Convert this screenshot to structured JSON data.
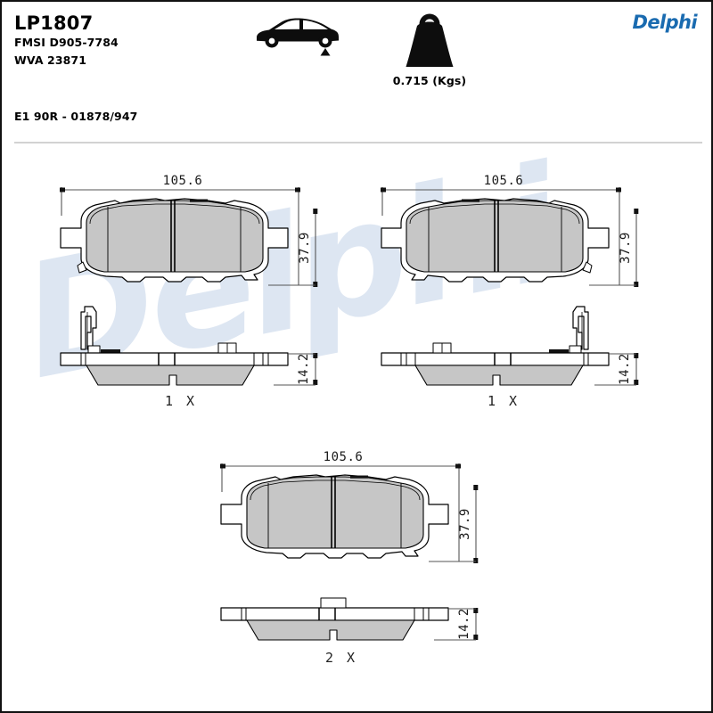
{
  "document": {
    "type": "brake-pad-technical-drawing",
    "brand": "Delphi",
    "brand_color": "#1a6bb0",
    "watermark_text": "Delphi",
    "watermark_color": "#dde6f2"
  },
  "header": {
    "part_number": "LP1807",
    "fmsi": "FMSI D905-7784",
    "wva": "WVA 23871",
    "approval": "E1 90R - 01878/947",
    "weight": "0.715 (Kgs)",
    "car_icon": "car-side-rear-axle-icon",
    "weight_icon": "weight-kettlebell-icon"
  },
  "drawings": [
    {
      "id": "pad-top-left",
      "quantity_label": "1 X",
      "width_dim": "105.6",
      "height_dim": "37.9",
      "thickness_dim": "14.2",
      "wear_sensor": true,
      "wear_sensor_side": "left",
      "mirrored": false
    },
    {
      "id": "pad-top-right",
      "quantity_label": "1 X",
      "width_dim": "105.6",
      "height_dim": "37.9",
      "thickness_dim": "14.2",
      "wear_sensor": true,
      "wear_sensor_side": "right",
      "mirrored": true
    },
    {
      "id": "pad-bottom",
      "quantity_label": "2 X",
      "width_dim": "105.6",
      "height_dim": "37.9",
      "thickness_dim": "14.2",
      "wear_sensor": false,
      "wear_sensor_side": "none",
      "mirrored": false
    }
  ],
  "colors": {
    "friction_gray": "#c6c6c6",
    "friction_gray_dark": "#b4b4b4",
    "outline": "#000000",
    "divider": "#d2d2d2",
    "border": "#111111"
  }
}
